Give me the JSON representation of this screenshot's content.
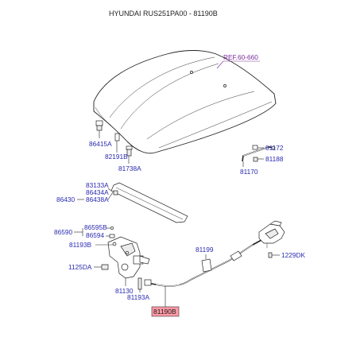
{
  "header": {
    "title": "HYUNDAI RUS251PA00 - 81190B"
  },
  "reference": {
    "label": "REF.60-660"
  },
  "parts": {
    "p86415A": "86415A",
    "p82191B": "82191B",
    "p81738A": "81738A",
    "p81172": "81172",
    "p81188": "81188",
    "p81170": "81170",
    "p83133A": "83133A",
    "p86434A": "86434A",
    "p86438A": "86438A",
    "p86430": "86430",
    "p86595B": "86595B",
    "p86590": "86590",
    "p86594": "86594",
    "p81193B": "81193B",
    "p1125DA": "1125DA",
    "p81130": "81130",
    "p81193A": "81193A",
    "p81199": "81199",
    "p1229DK": "1229DK",
    "p81190B": "81190B"
  },
  "highlight": {
    "part": "81190B",
    "color": "#ff9aa6"
  },
  "colors": {
    "label": "#2a2ab0",
    "reference": "#7a2a9a",
    "line": "#222222"
  }
}
